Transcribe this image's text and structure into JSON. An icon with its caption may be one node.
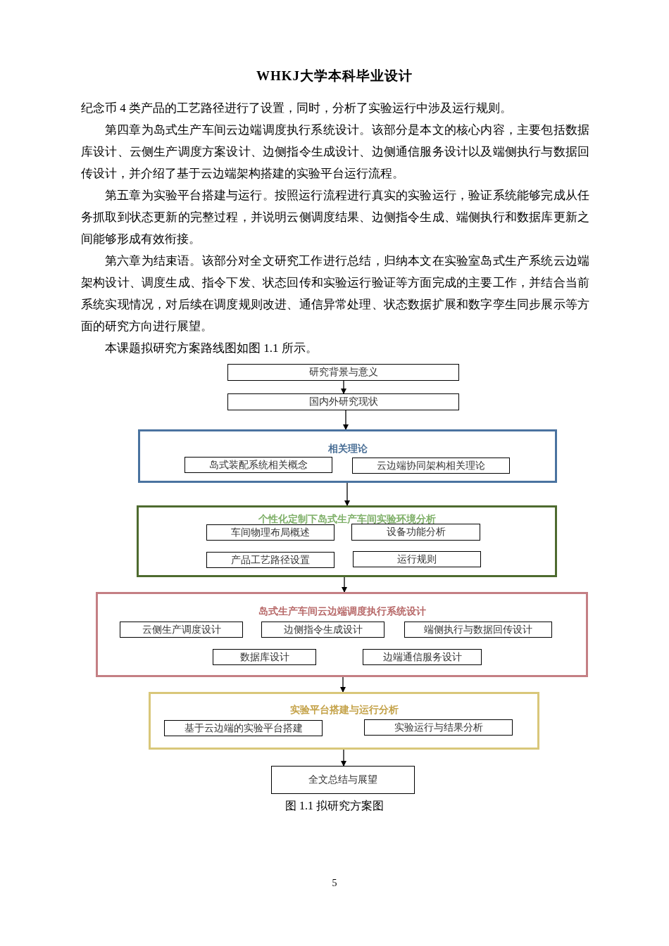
{
  "diagram": {
    "caption": "图 1.1 拟研究方案图",
    "nodes": [
      {
        "text": [
          "研究背景与意义"
        ]
      },
      {
        "text": [
          "国内外研究现状"
        ]
      },
      {
        "text": [
          "相关理论"
        ]
      },
      {
        "text": [
          "岛式装配系统相关概念"
        ],
        "in": 2
      },
      {
        "text": [
          "云边端协同架构相关理论"
        ],
        "in": 2
      },
      {
        "text": [
          "个性化定制下岛式生产车间实验环境分析"
        ]
      },
      {
        "text": [
          "车间物理布局概述"
        ],
        "in": 5
      },
      {
        "text": [
          "设备功能分析"
        ],
        "in": 5
      },
      {
        "text": [
          "产品工艺路径设置"
        ],
        "in": 5
      },
      {
        "text": [
          "运行规则"
        ],
        "in": 5
      },
      {
        "text": [
          "岛式生产车间云边端调度执行系统设计"
        ]
      },
      {
        "text": [
          "云侧生产调度设计"
        ],
        "in": 10
      },
      {
        "text": [
          "边侧指令生成设计"
        ],
        "in": 10
      },
      {
        "text": [
          "端侧执行与数据回传设计"
        ],
        "in": 10
      },
      {
        "text": [
          "数据库设计"
        ],
        "in": 10
      },
      {
        "text": [
          "边端通信服务设计"
        ],
        "in": 10
      },
      {
        "text": [
          "实验平台搭建与运行分析"
        ]
      },
      {
        "text": [
          "基于云边端的实验平台搭建"
        ],
        "in": 16
      },
      {
        "text": [
          "实验运行与结果分析"
        ],
        "in": 16
      },
      {
        "text": [
          "全文总结与展望"
        ]
      }
    ],
    "edges": [
      {
        "from": 0,
        "to": 1,
        "arrow": "to"
      },
      {
        "from": 1,
        "to": 2,
        "arrow": "to"
      },
      {
        "from": 2,
        "to": 5,
        "arrow": "to"
      },
      {
        "from": 5,
        "to": 10,
        "arrow": "to"
      },
      {
        "from": 10,
        "to": 16,
        "arrow": "to"
      },
      {
        "from": 16,
        "to": 19,
        "arrow": "to"
      }
    ],
    "labels": [
      "WHKJ大学本科毕业设计",
      "纪念币 4 类产品的工艺路径进行了设置，同时，分析了实验运行中涉及运行规则。",
      "第四章为岛式生产车间云边端调度执行系统设计。该部分是本文的核心内容，主要包括数据库设计、云侧生产调度方案设计、边侧指令生成设计、边侧通信服务设计以及端侧执行与数据回传设计，并介绍了基于云边端架构搭建的实验平台运行流程。",
      "第五章为实验平台搭建与运行。按照运行流程进行真实的实验运行，验证系统能够完成从任务抓取到状态更新的完整过程，并说明云侧调度结果、边侧指令生成、端侧执行和数据库更新之间能够形成有效衔接。",
      "第六章为结束语。该部分对全文研究工作进行总结，归纳本文在实验室岛式生产系统云边端架构设计、调度生成、指令下发、状态回传和实验运行验证等方面完成的主要工作，并结合当前系统实现情况，对后续在调度规则改进、通信异常处理、状态数据扩展和数字孪生同步展示等方面的研究方向进行展望。",
      "本课题拟研究方案路线图如图 1.1 所示。",
      "5"
    ]
  }
}
